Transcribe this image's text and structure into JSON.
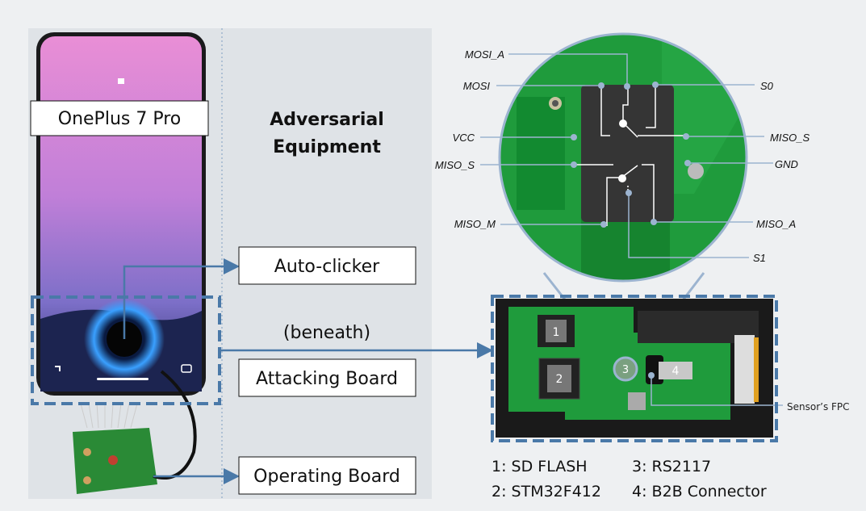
{
  "phone": {
    "label": "OnePlus 7 Pro"
  },
  "heading": {
    "line1": "Adversarial",
    "line2": "Equipment"
  },
  "boxes": {
    "auto_clicker": "Auto-clicker",
    "attacking_board": "Attacking Board",
    "operating_board": "Operating Board",
    "beneath": "(beneath)"
  },
  "zoom_pins": {
    "mosi_a": "MOSI_A",
    "mosi": "MOSI",
    "s0": "S0",
    "vcc": "VCC",
    "miso_s_right": "MISO_S",
    "miso_s_left": "MISO_S",
    "gnd": "GND",
    "miso_m": "MISO_M",
    "miso_a": "MISO_A",
    "s1": "S1"
  },
  "chip_markers": [
    "1",
    "2",
    "3",
    "4"
  ],
  "sensor_label": "Sensor’s FPC",
  "legend": {
    "item1": "1: SD FLASH",
    "item2": "2: STM32F412",
    "item3": "3: RS2117",
    "item4": "4: B2B Connector"
  },
  "colors": {
    "accent": "#4a79a8",
    "line": "#9cb4d0",
    "pcb": "#1e9a3a"
  }
}
